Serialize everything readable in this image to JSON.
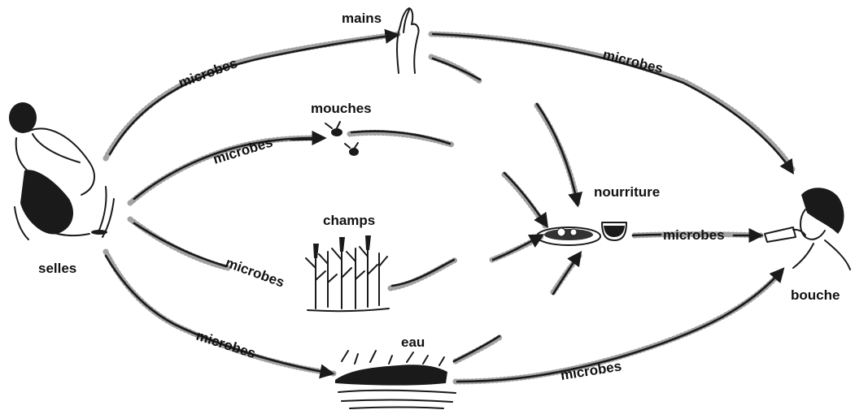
{
  "nodes": {
    "hands": "mains",
    "flies": "mouches",
    "fields": "champs",
    "water": "eau",
    "food": "nourriture",
    "feces": "selles",
    "mouth": "bouche"
  },
  "microbes_label": "microbes",
  "icons": [
    "person-squatting-icon",
    "hand-icon",
    "fly-icon",
    "crop-field-icon",
    "water-icon",
    "food-plate-icon",
    "cup-icon",
    "person-drinking-icon"
  ]
}
